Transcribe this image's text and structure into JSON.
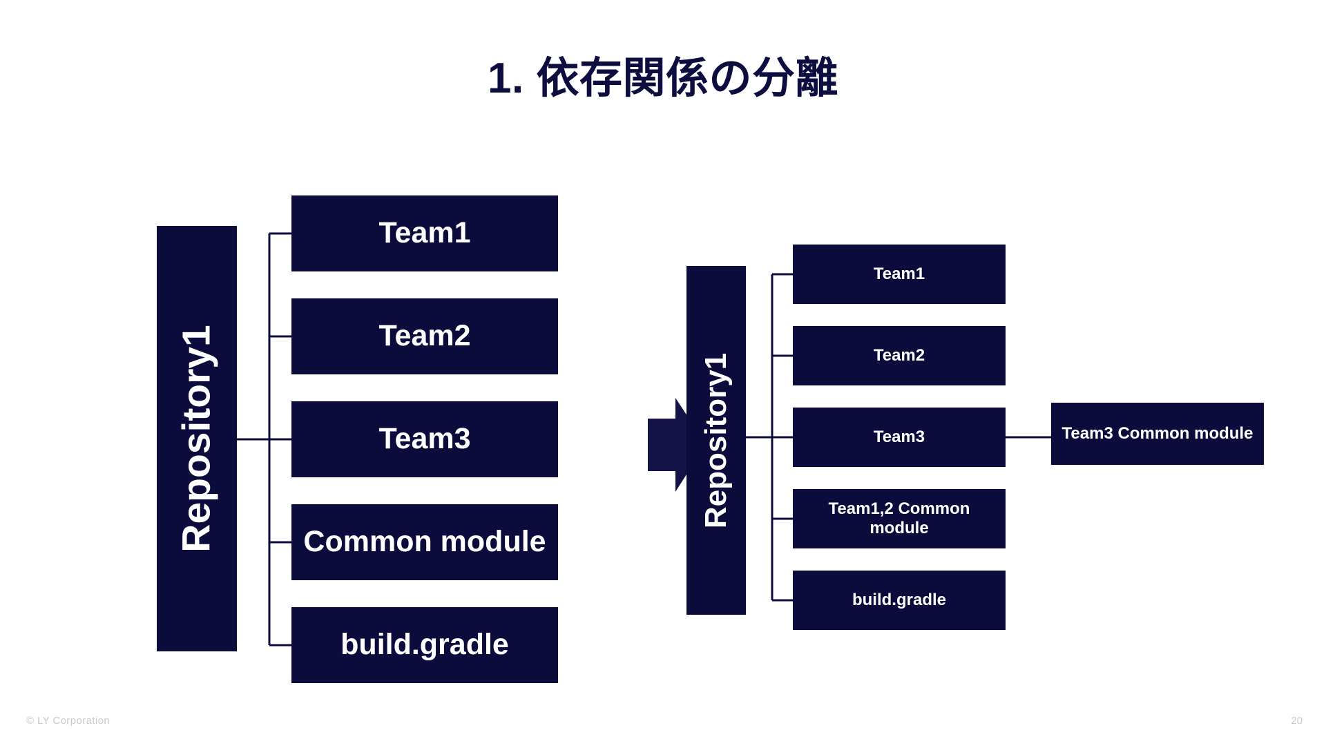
{
  "slide": {
    "title": "1. 依存関係の分離",
    "background_color": "#ffffff",
    "accent_color": "#0b0b3c",
    "text_on_accent": "#ffffff"
  },
  "before_diagram": {
    "root_label": "Repository1",
    "children": [
      {
        "label": "Team1"
      },
      {
        "label": "Team2"
      },
      {
        "label": "Team3"
      },
      {
        "label": "Common module"
      },
      {
        "label": "build.gradle"
      }
    ]
  },
  "transition": {
    "icon": "block-arrow-right-icon"
  },
  "after_diagram": {
    "root_label": "Repository1",
    "children": [
      {
        "label": "Team1"
      },
      {
        "label": "Team2"
      },
      {
        "label": "Team3"
      },
      {
        "label": "Team1,2 Common module"
      },
      {
        "label": "build.gradle"
      }
    ],
    "external": [
      {
        "label": "Team3 Common module",
        "linked_from": "Team3"
      }
    ]
  },
  "footer": {
    "copyright": "© LY Corporation",
    "page_number": "20"
  }
}
